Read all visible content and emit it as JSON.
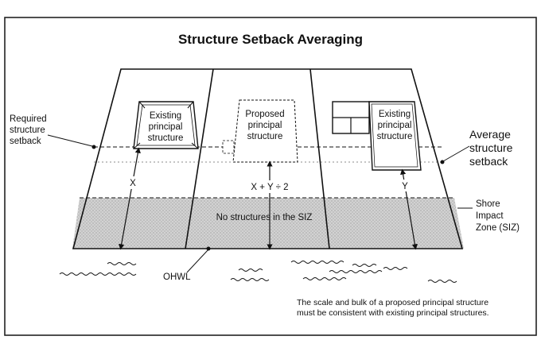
{
  "title": "Structure Setback Averaging",
  "labels": {
    "required_setback": [
      "Required",
      "structure",
      "setback"
    ],
    "average_setback": [
      "Average",
      "structure",
      "setback"
    ],
    "existing_left": [
      "Existing",
      "principal",
      "structure"
    ],
    "proposed_center": [
      "Proposed",
      "principal",
      "structure"
    ],
    "existing_right": [
      "Existing",
      "principal",
      "structure"
    ],
    "measure_x": "X",
    "measure_avg": "X + Y ÷ 2",
    "measure_y": "Y",
    "no_structures": "No structures in the SIZ",
    "shore_impact_zone": [
      "Shore",
      "Impact",
      "Zone (SIZ)"
    ],
    "ohwl": "OHWL"
  },
  "footnote": [
    "The scale and bulk of a proposed principal structure",
    "must be consistent with existing principal structures."
  ],
  "colors": {
    "line": "#111111",
    "siz_fill": "#c9c9c9",
    "border": "#222222"
  }
}
